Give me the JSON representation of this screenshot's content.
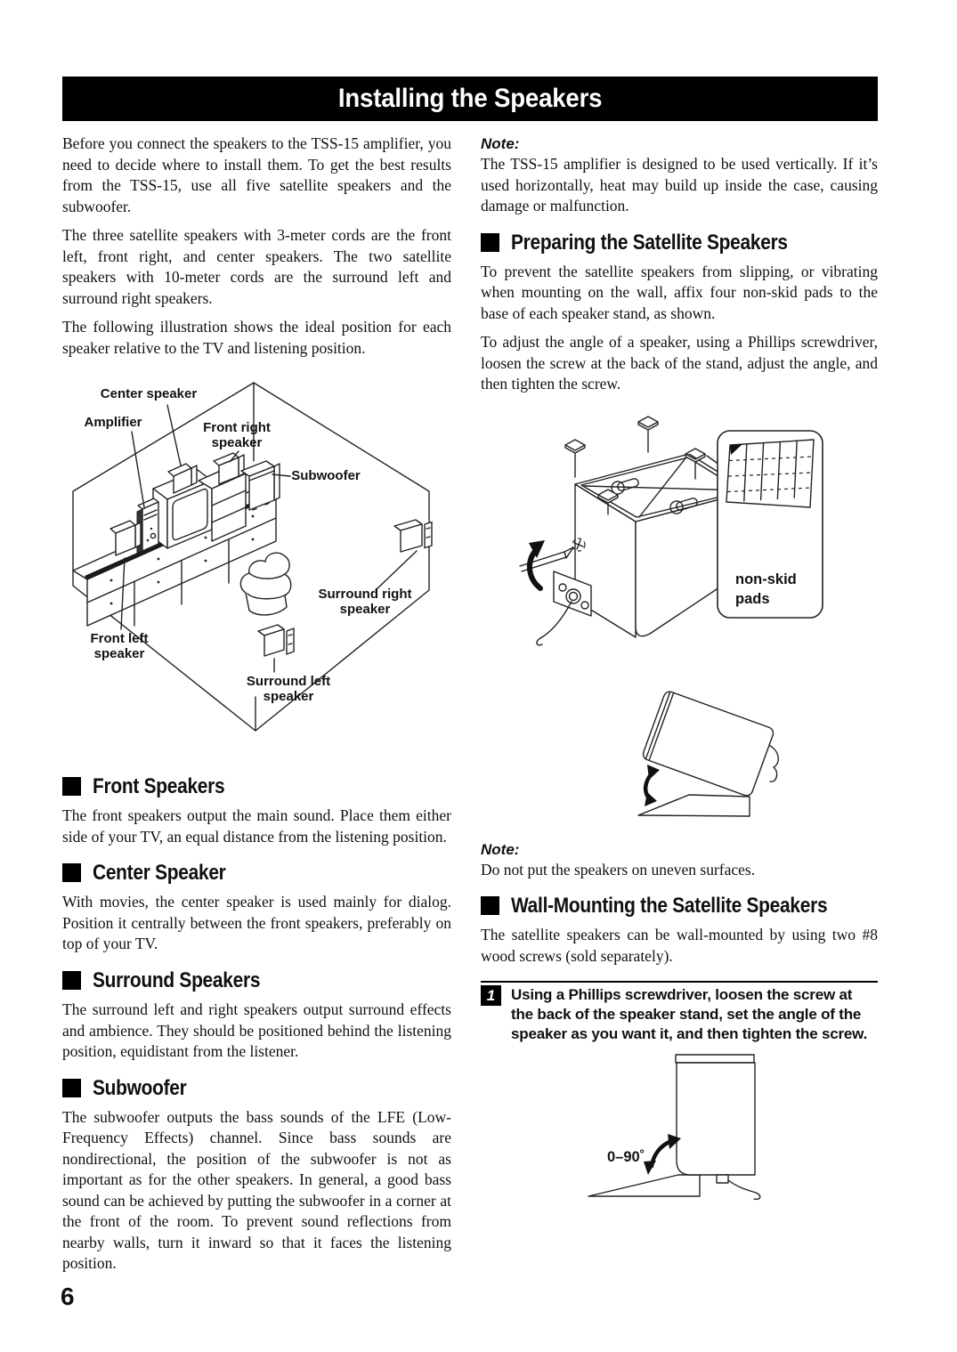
{
  "page": {
    "title": "Installing the Speakers",
    "page_number": "6"
  },
  "left": {
    "para1": "Before you connect the speakers to the TSS-15 amplifier, you need to decide where to install them. To get the best results from the TSS-15, use all five satellite speakers and the subwoofer.",
    "para2": "The three satellite speakers with 3-meter cords are the front left, front right, and center speakers. The two satellite speakers with 10-meter cords are the surround left and surround right speakers.",
    "para3": "The following illustration shows the ideal position for each speaker relative to the TV and listening position.",
    "diagram": {
      "center_speaker": "Center speaker",
      "amplifier": "Amplifier",
      "front_right_1": "Front right",
      "front_right_2": "speaker",
      "subwoofer": "Subwoofer",
      "surround_right_1": "Surround right",
      "surround_right_2": "speaker",
      "front_left_1": "Front left",
      "front_left_2": "speaker",
      "surround_left_1": "Surround left",
      "surround_left_2": "speaker"
    },
    "sections": [
      {
        "heading": "Front Speakers",
        "body": "The front speakers output the main sound. Place them either side of your TV, an equal distance from the listening position."
      },
      {
        "heading": "Center Speaker",
        "body": "With movies, the center speaker is used mainly for dialog. Position it centrally between the front speakers, preferably on top of your TV."
      },
      {
        "heading": "Surround Speakers",
        "body": "The surround left and right speakers output surround effects and ambience. They should be positioned behind the listening position, equidistant from the listener."
      },
      {
        "heading": "Subwoofer",
        "body": "The subwoofer outputs the bass sounds of the LFE (Low-Frequency Effects) channel. Since bass sounds are nondirectional, the position of the subwoofer is not as important as for the other speakers. In general, a good bass sound can be achieved by putting the subwoofer in a corner at the front of the room. To prevent sound reflections from nearby walls, turn it inward so that it faces the listening position."
      }
    ]
  },
  "right": {
    "note1": {
      "label": "Note:",
      "body": "The TSS-15 amplifier is designed to be used vertically. If it’s used horizontally, heat may build up inside the case, causing damage or malfunction."
    },
    "preparing": {
      "heading": "Preparing the Satellite Speakers",
      "para1": "To prevent the satellite speakers from slipping, or vibrating when mounting on the wall, affix four non-skid pads to the base of each speaker stand, as shown.",
      "para2": "To adjust the angle of a speaker, using a Phillips screwdriver, loosen the screw at the back of the stand, adjust the angle, and then tighten the screw."
    },
    "nonskid_callout_1": "non-skid",
    "nonskid_callout_2": "pads",
    "note2": {
      "label": "Note:",
      "body": "Do not put the speakers on uneven surfaces."
    },
    "wall": {
      "heading": "Wall-Mounting the Satellite Speakers",
      "body": "The satellite speakers can be wall-mounted by using two #8 wood screws (sold separately)."
    },
    "step1": {
      "number": "1",
      "text": "Using a Phillips screwdriver, loosen the screw at the back of the speaker stand, set the angle of the speaker as you want it, and then tighten the screw."
    },
    "angle_label": "0–90˚"
  }
}
